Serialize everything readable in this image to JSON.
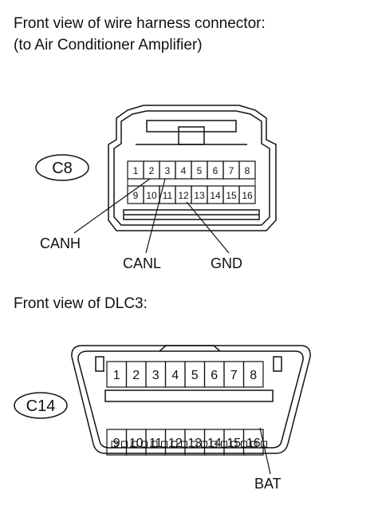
{
  "captions": {
    "line1": "Front view of wire harness connector:",
    "line2": "(to Air Conditioner Amplifier)",
    "line3": "Front view of DLC3:"
  },
  "c8": {
    "tag": "C8",
    "top_pins": [
      "1",
      "2",
      "3",
      "4",
      "5",
      "6",
      "7",
      "8"
    ],
    "bottom_pins": [
      "9",
      "10",
      "11",
      "12",
      "13",
      "14",
      "15",
      "16"
    ],
    "labels": {
      "canh": "CANH",
      "canl": "CANL",
      "gnd": "GND"
    }
  },
  "c14": {
    "tag": "C14",
    "top_pins": [
      "1",
      "2",
      "3",
      "4",
      "5",
      "6",
      "7",
      "8"
    ],
    "bottom_pins": [
      "9",
      "10",
      "11",
      "12",
      "13",
      "14",
      "15",
      "16"
    ],
    "labels": {
      "bat": "BAT"
    }
  }
}
